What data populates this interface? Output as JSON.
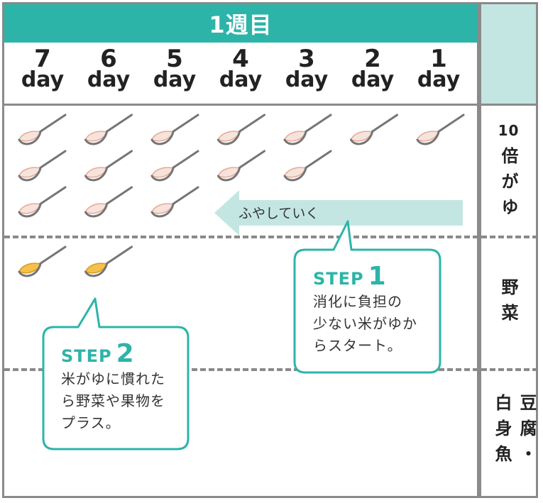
{
  "header": {
    "week_title": "1週目"
  },
  "days": [
    {
      "num": "7",
      "word": "day"
    },
    {
      "num": "6",
      "word": "day"
    },
    {
      "num": "5",
      "word": "day"
    },
    {
      "num": "4",
      "word": "day"
    },
    {
      "num": "3",
      "word": "day"
    },
    {
      "num": "2",
      "word": "day"
    },
    {
      "num": "1",
      "word": "day"
    }
  ],
  "rows": {
    "porridge": {
      "label_top": "10",
      "label_vertical": "倍がゆ"
    },
    "vegetable": {
      "label_vertical": "野菜"
    },
    "protein": {
      "label_vertical": "豆腐・白身魚"
    }
  },
  "spoon_counts": {
    "porridge": [
      3,
      3,
      3,
      2,
      2,
      1,
      1
    ],
    "vegetable": [
      1,
      1,
      0,
      0,
      0,
      0,
      0
    ]
  },
  "arrow": {
    "label": "ふやしていく"
  },
  "step1": {
    "label": "STEP",
    "number": "1",
    "lines": [
      "消化に負担の",
      "少ない米がゆか",
      "らスタート。"
    ]
  },
  "step2": {
    "label": "STEP",
    "number": "2",
    "lines": [
      "米がゆに慣れた",
      "ら野菜や果物を",
      "プラス。"
    ]
  },
  "colors": {
    "teal": "#2db4a9",
    "teal_light": "#c4e6e2",
    "border_gray": "#8a8a8a",
    "porridge_fill": "#f6e4dc",
    "porridge_edge": "#e8a896",
    "vegetable_fill": "#f4c24a"
  }
}
